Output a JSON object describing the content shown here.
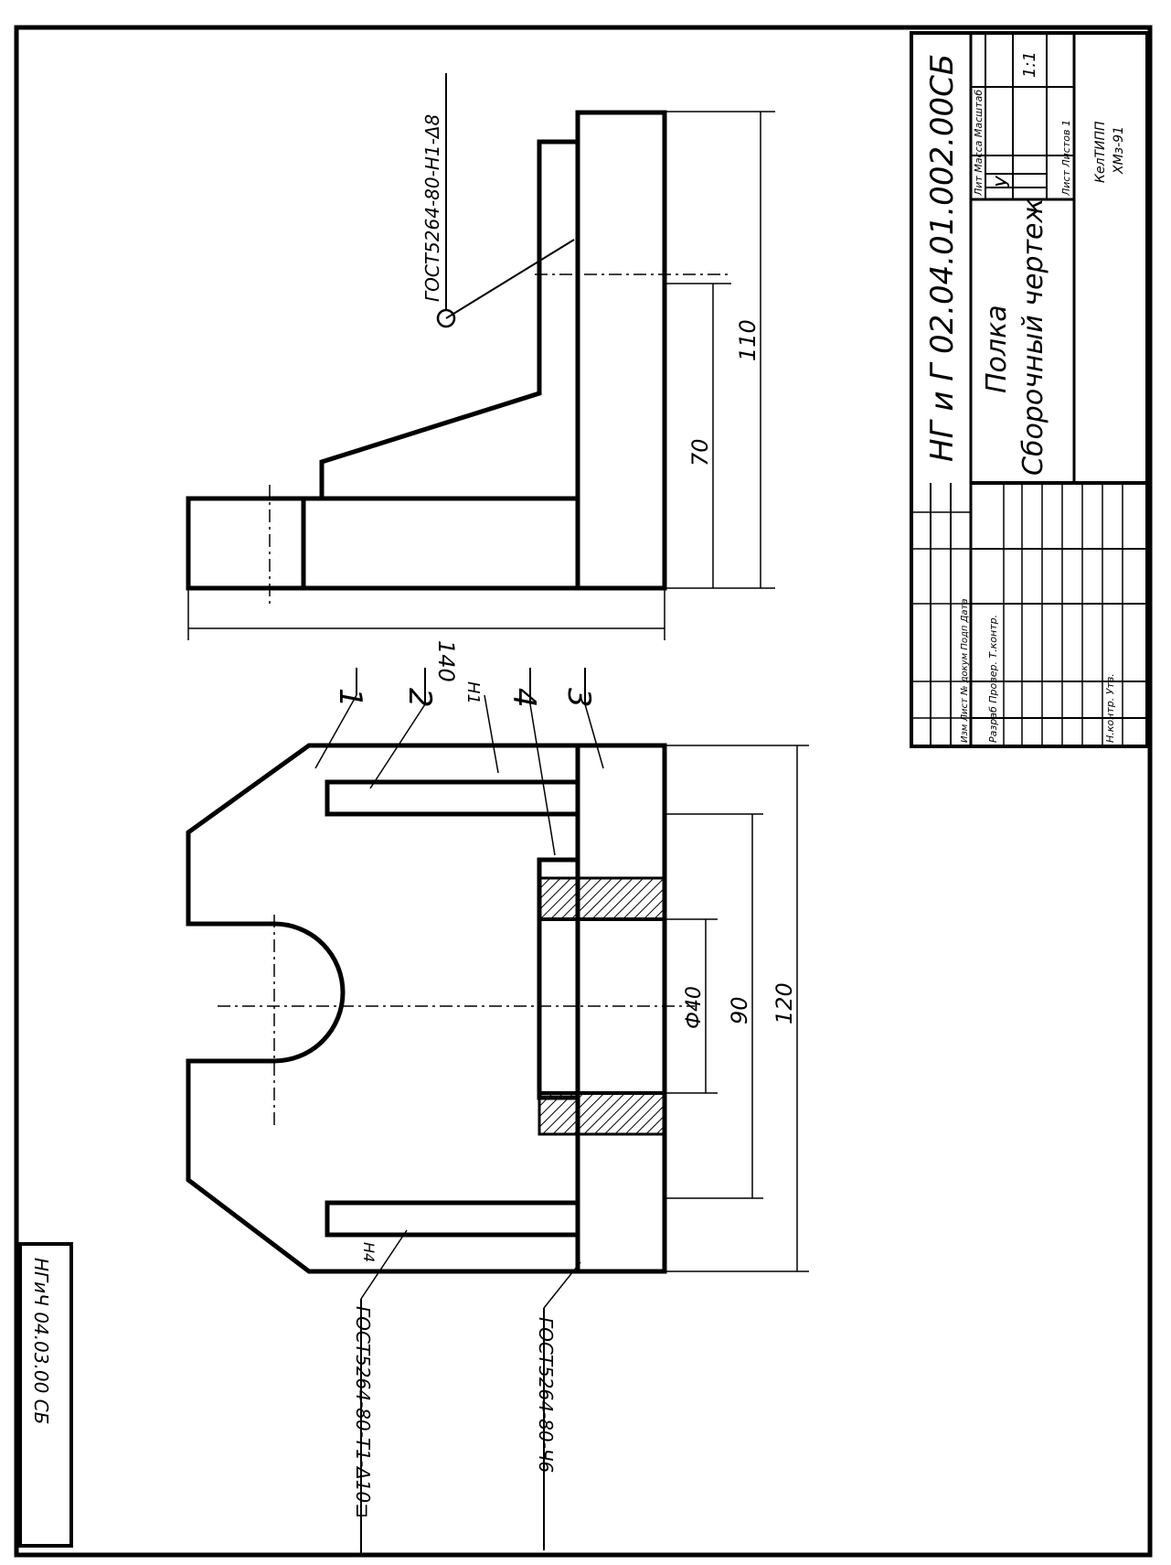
{
  "title_block": {
    "designation": "НГ и Г 02.04.01.002.00СБ",
    "name_line1": "Полка",
    "name_line2": "Сборочный чертеж",
    "headers": "Лит  Масса  Масштаб",
    "letter": "У",
    "scale": "1:1",
    "sheet_info": "Лист   Листов 1",
    "org_line1": "КелТИПП",
    "org_line2": "ХМз-91",
    "sign_rows": "Изм Лист  № докум  Подп  Дата",
    "roles": "Разраб  Провер.  Т.контр.",
    "roles2": "Н.контр.  Утв."
  },
  "corner_stamp": "НГиЧ 04.03.00 СБ",
  "views": {
    "front": {
      "part_labels": [
        "1",
        "2",
        "Н1",
        "4",
        "3"
      ],
      "dim_120": "120",
      "dim_90": "90",
      "dim_phi40": "Ф40",
      "weld_leader_left": "ГОСТ5264-80-Т1-Δ10⊐",
      "weld_mark_left": "Н4",
      "weld_leader_bottom": "ГОСТ5264-80-Ч6"
    },
    "side": {
      "dim_110": "110",
      "dim_70": "70",
      "dim_140": "140",
      "weld_leader_top": "ГОСТ5264-80-Н1-Δ8"
    }
  }
}
